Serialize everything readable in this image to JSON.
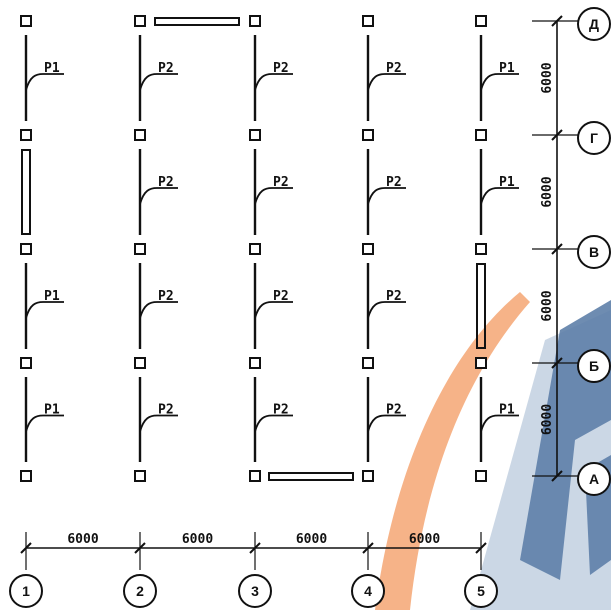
{
  "plan": {
    "rows": [
      [
        "P1",
        "P2",
        "P2",
        "P2",
        "P1"
      ],
      [
        "",
        "P2",
        "P2",
        "P2",
        "P1"
      ],
      [
        "P1",
        "P2",
        "P2",
        "P2",
        ""
      ],
      [
        "P1",
        "P2",
        "P2",
        "P2",
        "P1"
      ]
    ],
    "column_axes": [
      "1",
      "2",
      "3",
      "4",
      "5"
    ],
    "row_axes": [
      "Д",
      "Г",
      "В",
      "Б",
      "А"
    ],
    "column_spans": [
      "6000",
      "6000",
      "6000",
      "6000"
    ],
    "row_spans": [
      "6000",
      "6000",
      "6000",
      "6000"
    ]
  },
  "colors": {
    "ink": "#111111",
    "watermark_orange": "#f5a673",
    "watermark_blue": "#5e7fa8",
    "watermark_blue_light": "#b9c9dc"
  }
}
